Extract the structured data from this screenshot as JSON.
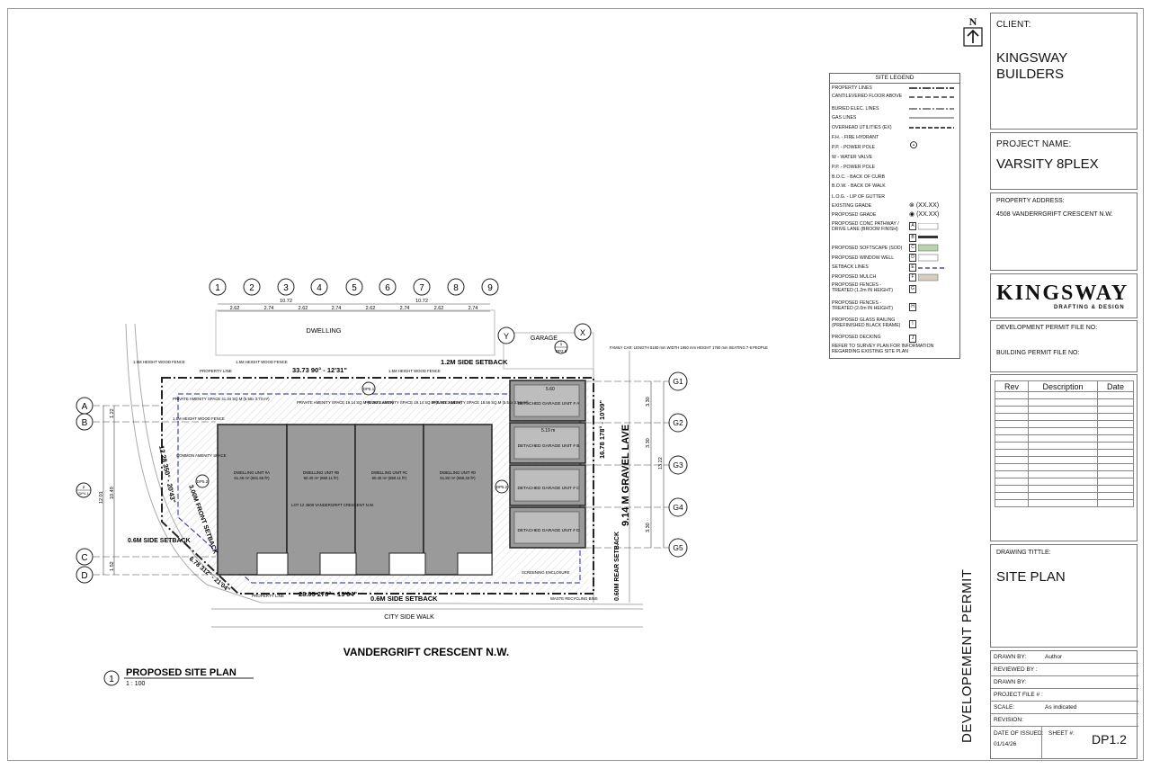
{
  "title_block": {
    "client_label": "CLIENT:",
    "client_name_line1": "KINGSWAY",
    "client_name_line2": "BUILDERS",
    "project_label": "PROJECT NAME:",
    "project_name": "VARSITY 8PLEX",
    "address_label": "PROPERTY ADDRESS:",
    "address": "4508 VANDERRGRIFT CRESCENT N.W.",
    "logo_main": "KINGSWAY",
    "logo_sub": "DRAFTING & DESIGN",
    "dev_permit_label": "DEVELOPMENT PERMIT FILE NO:",
    "bldg_permit_label": "BUILDING PERMIT  FILE NO:",
    "rev_headers": [
      "Rev",
      "Description",
      "Date"
    ],
    "drawing_title_label": "DRAWING TITTLE:",
    "drawing_title": "SITE PLAN",
    "rows": [
      {
        "label": "DRAWN BY:",
        "value": "Author"
      },
      {
        "label": "REVIEWED BY :",
        "value": ""
      },
      {
        "label": "DRAWN BY:",
        "value": ""
      },
      {
        "label": "PROJECT FILE # :",
        "value": ""
      },
      {
        "label": "SCALE:",
        "value": "As indicated"
      },
      {
        "label": "REVISION:",
        "value": ""
      }
    ],
    "date_issued_label": "DATE OF ISSUED:",
    "date_issued": "01/14/26",
    "sheet_label": "SHEET #:",
    "sheet_number": "DP1.2"
  },
  "vertical_title": "DEVELOPEMENT PERMIT",
  "north_label": "N",
  "legend": {
    "title": "SITE LEGEND",
    "items": [
      "PROPERTY LINES",
      "CANTILEVERED FLOOR ABOVE",
      "BURIED ELEC. LINES",
      "GAS LINES",
      "OVERHEAD UTILITIES (EX)",
      "F.H. - FIRE HYDRANT",
      "P.P. - POWER POLE",
      "W - WATER VALVE",
      "P.P. - POWER POLE",
      "B.O.C. - BACK OF CURB",
      "B.O.W. - BACK OF WALK",
      "L.O.G. - LIP OF GUTTER",
      "EXISTING GRADE",
      "PROPOSED GRADE",
      "PROPOSED CONC PATHWAY / DRIVE LANE (BROOM FINISH)",
      "PROPOSED SOFTSCAPE (SOD)",
      "PROPOSED WINDOW WELL",
      "SETBACK LINES",
      "PROPOSED MULCH",
      "PROPOSED FENCES - TREATED (1.2m IN HEIGHT)",
      "PROPOSED FENCES - TREATED (2.0m IN HEIGHT)",
      "PROPOSED GLASS RAILING (PREFINISHED BLACK FRAME)",
      "PROPOSED DECKING"
    ],
    "grade_value": "(XX.XX)",
    "letters": [
      "A",
      "B",
      "C",
      "D",
      "E",
      "F",
      "G",
      "H",
      "I",
      "J"
    ],
    "footer": "REFER TO SURVEY PLAN FOR INFORMATION REGARDING EXISTING SITE PLAN"
  },
  "plan": {
    "grid_top": [
      "1",
      "2",
      "3",
      "4",
      "5",
      "6",
      "7",
      "8",
      "9"
    ],
    "dim_top_segments": [
      "2.62",
      "2.74",
      "2.62",
      "2.74",
      "2.62",
      "2.74",
      "2.62",
      "2.74"
    ],
    "dim_top_totals": [
      "10.72",
      "10.72"
    ],
    "grid_left": [
      "A",
      "B",
      "C",
      "D"
    ],
    "grid_right": [
      "G1",
      "G2",
      "G3",
      "G4",
      "G5"
    ],
    "grid_x_label": "X",
    "grid_y_label": "Y",
    "dwelling": "DWELLING",
    "garage": "GARAGE",
    "street_name": "VANDERGRIFT CRESCENT N.W.",
    "sidewalk": "CITY SIDE WALK",
    "lane_label": "9.14 M  GRAVEL LAVE",
    "rear_setback": "0.60M REAR SETBACK",
    "front_setback": "3.00M FRONT SETBACK",
    "side_setback_top": "1.2M SIDE SETBACK",
    "side_setback_bottom": "0.6M SIDE SETBACK",
    "side_setback_left": "0.6M SIDE SETBACK",
    "bearing_top": "33.73  90° - 12'31\"",
    "bearing_bottom": "28.05  270° - 13'04\"",
    "bearing_right": "16.78  178° - 10'09\"",
    "bearing_left": "12.28  350° - 20'43\"",
    "bearing_chamfer": "6.78  312° - 21'04\"",
    "property_line": "PROPERTY LINE",
    "fence_left": "1.5M HEIGHT WOOD FENCE",
    "fence_top_left": "1.5M HEIGHT WOOD FENCE",
    "fence_top_mid": "1.5M HEIGHT WOOD FENCE",
    "fence_side": "1.5M HEIGHT WOOD FENCE",
    "common_amenity": "COMMON AMENITY SPACE",
    "amenity": [
      "PRIVATE AMENITY SPACE 41.34 SQ.M (5.56x 3.73 m²)",
      "PRIVATE AMENITY SPACE 19.14 SQ.M (5.36x 3.54 m²)",
      "PRIVATE AMENITY SPACE 19.14 SQ.M (5.36x 3.54 m²)",
      "PRIVATE AMENITY SPACE 18.56 SQ.M (5.51x 3.54 m²)"
    ],
    "units": [
      {
        "name": "DWELLING UNIT #A",
        "area": "61.46 m² (661.55 ft²)"
      },
      {
        "name": "DWELLING UNIT #B",
        "area": "60.40 m² (650.11 ft²)"
      },
      {
        "name": "DWELLING UNIT #C",
        "area": "60.40 m² (650.11 ft²)"
      },
      {
        "name": "DWELLING UNIT #D",
        "area": "61.82 m² (665.33 ft²)"
      }
    ],
    "garages": [
      "DETACHED GARAGE UNIT # A",
      "DETACHED GARAGE UNIT # B",
      "DETACHED GARAGE UNIT # C",
      "DETACHED GARAGE UNIT # D"
    ],
    "lot_label": "LOT 12 4508 VANDERGRIFT CRESCENT N.W.",
    "family_car": "FAMILY CAR: LENGTH 5180 mm WIDTH 1950 mm HEIGHT 1760 mm SEATING 7-8 PEOPLE",
    "screening": "SCREENING ENCLOSURE",
    "waste": "WASTE RECYCLING BINS",
    "dims_right": [
      "3.30",
      "3.30",
      "13.22",
      "3.30"
    ],
    "dims_left": [
      "1.22",
      "10.49",
      "12.01",
      "1.52"
    ],
    "garage_dims": [
      "5.60",
      "5.19 m"
    ],
    "callouts": [
      "DP5.1",
      "DP5.2",
      "DP5.2",
      "DP2.5",
      "DP4.1"
    ],
    "callout_numbers": [
      "1",
      "1",
      "2"
    ]
  },
  "caption": {
    "number": "1",
    "title": "PROPOSED SITE PLAN",
    "scale": "1 : 100"
  }
}
